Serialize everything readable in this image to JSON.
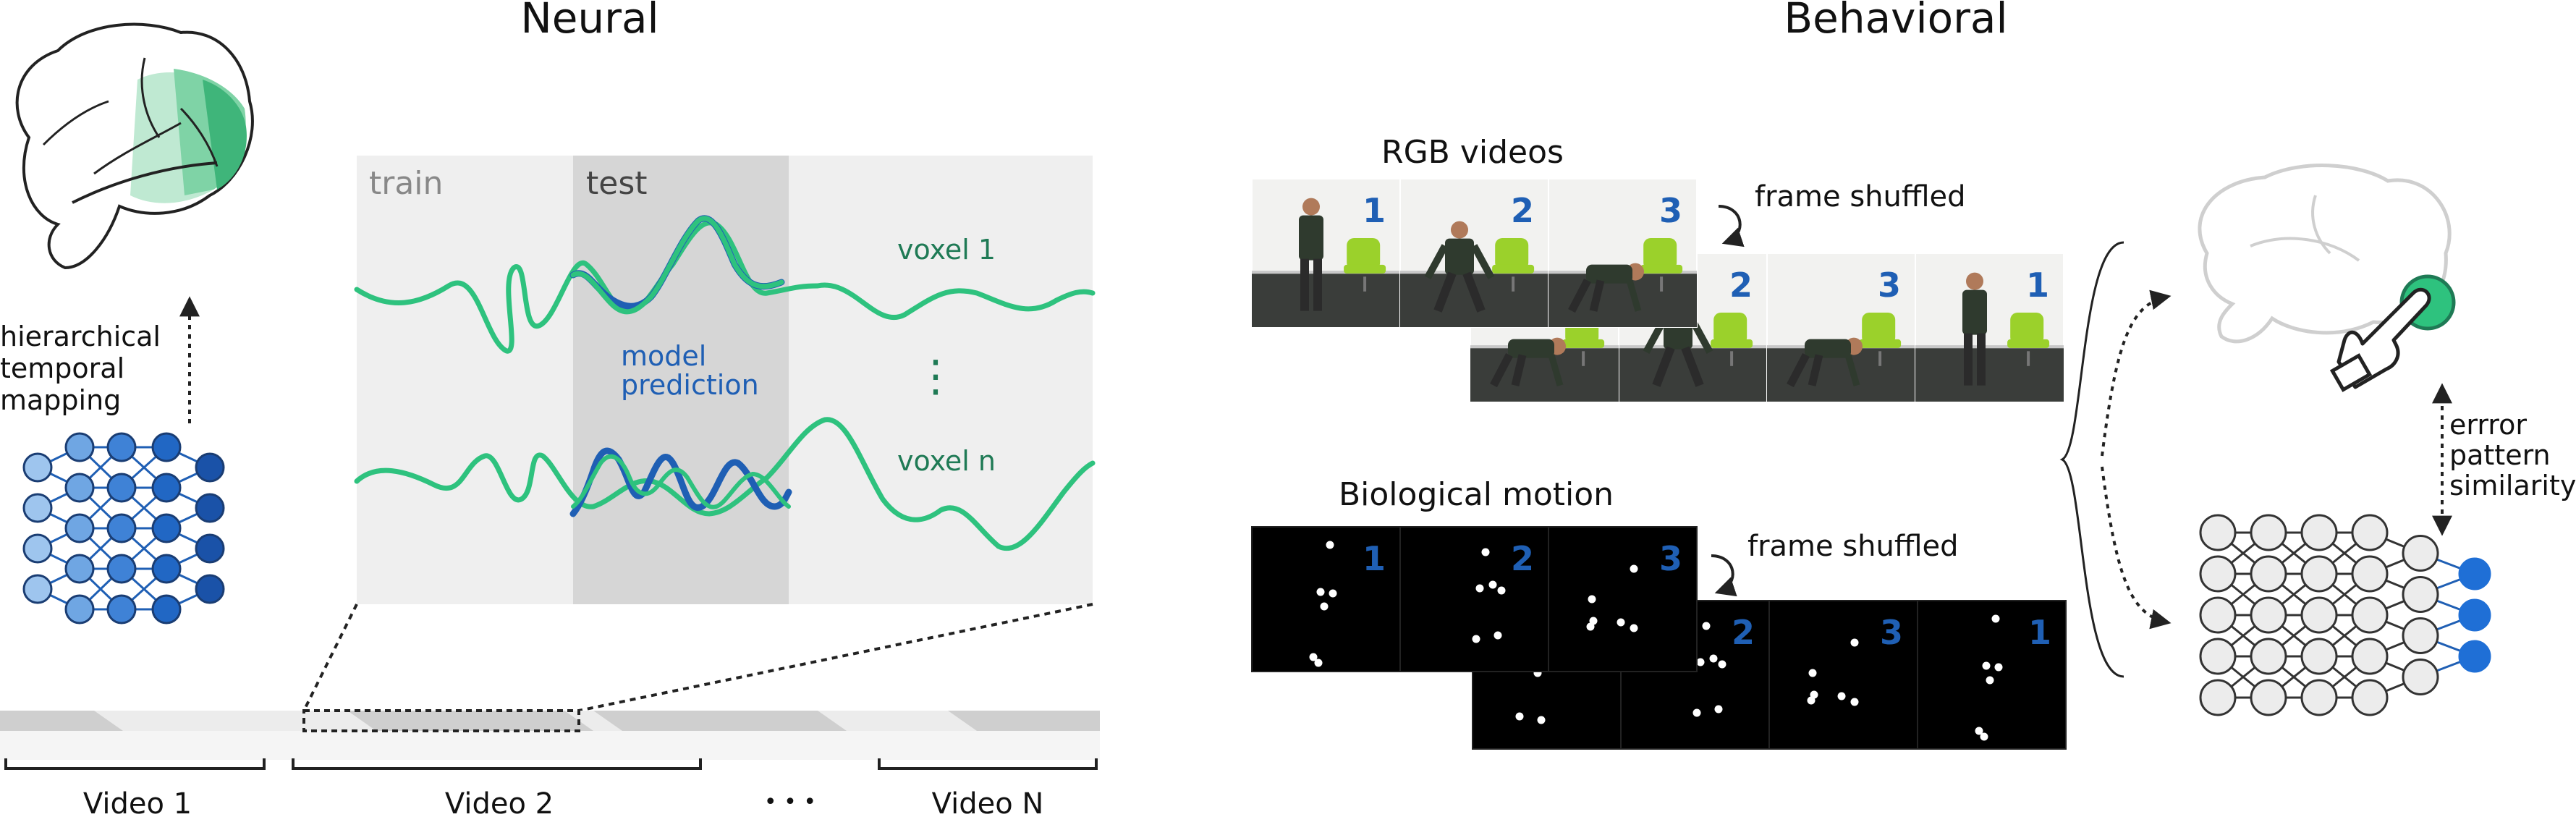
{
  "titles": {
    "neural": "Neural",
    "behavioral": "Behavioral"
  },
  "neural": {
    "mapping_label": [
      "hierarchical",
      "temporal",
      "mapping"
    ],
    "panel": {
      "train_label": "train",
      "test_label": "test",
      "voxel_top": "voxel 1",
      "voxel_bottom": "voxel n",
      "prediction_label": [
        "model",
        "prediction"
      ],
      "vertical_ellipsis": "⋮"
    },
    "timeline": {
      "video1": "Video 1",
      "video2": "Video 2",
      "ellipsis": "• • •",
      "videoN": "Video N"
    }
  },
  "behavioral": {
    "rgb_title": "RGB videos",
    "biomotion_title": "Biological motion",
    "frame_shuffled_top": "frame shuffled",
    "frame_shuffled_bottom": "frame shuffled",
    "rgb_original_numbers": [
      "1",
      "2",
      "3"
    ],
    "rgb_shuffled_numbers": [
      "2",
      "3",
      "1"
    ],
    "bio_original_numbers": [
      "1",
      "2",
      "3"
    ],
    "bio_shuffled_numbers": [
      "2",
      "3",
      "1"
    ],
    "similarity_label": [
      "errror",
      "pattern",
      "similarity"
    ]
  },
  "colors": {
    "green": "#2ec27e",
    "blue": "#1f5fb4",
    "dark_green": "#1f7a55",
    "number_blue": "#1f5fb4",
    "panel_bg": "#efefef",
    "test_bg": "#d6d6d6"
  }
}
